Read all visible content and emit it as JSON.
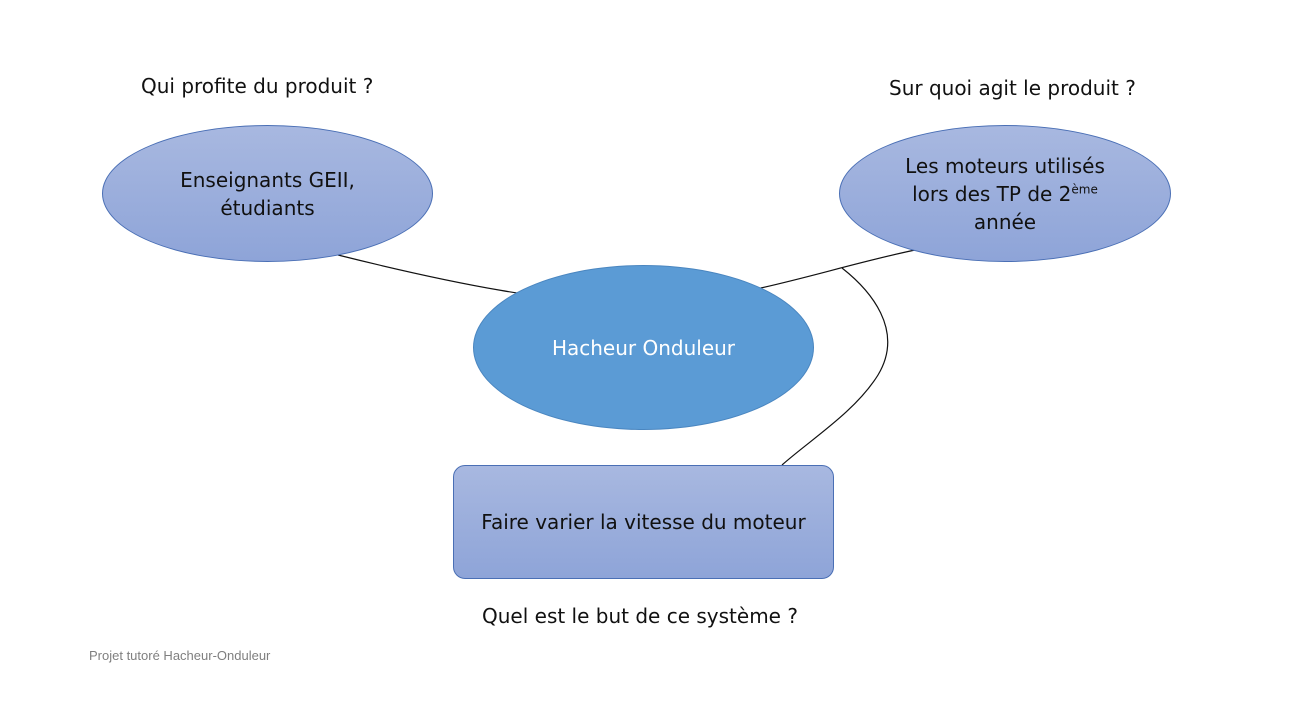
{
  "questions": {
    "who_benefits": "Qui profite du produit ?",
    "acts_on": "Sur quoi agit le produit ?",
    "purpose": "Quel est le but de ce système ?"
  },
  "nodes": {
    "users": {
      "line1": "Enseignants GEII,",
      "line2": "étudiants"
    },
    "matter": {
      "line1": "Les moteurs utilisés",
      "line2_prefix": "lors des TP de 2",
      "line2_sup": "ème",
      "line3": "année"
    },
    "product": "Hacheur Onduleur",
    "function": "Faire varier la vitesse du moteur"
  },
  "footer": "Projet tutoré Hacheur-Onduleur",
  "colors": {
    "product_fill": "#5b9bd5",
    "node_fill_top": "#a8b8e0",
    "node_fill_bottom": "#8ea4d8",
    "node_border": "#4a6fb5",
    "connector": "#111111"
  }
}
